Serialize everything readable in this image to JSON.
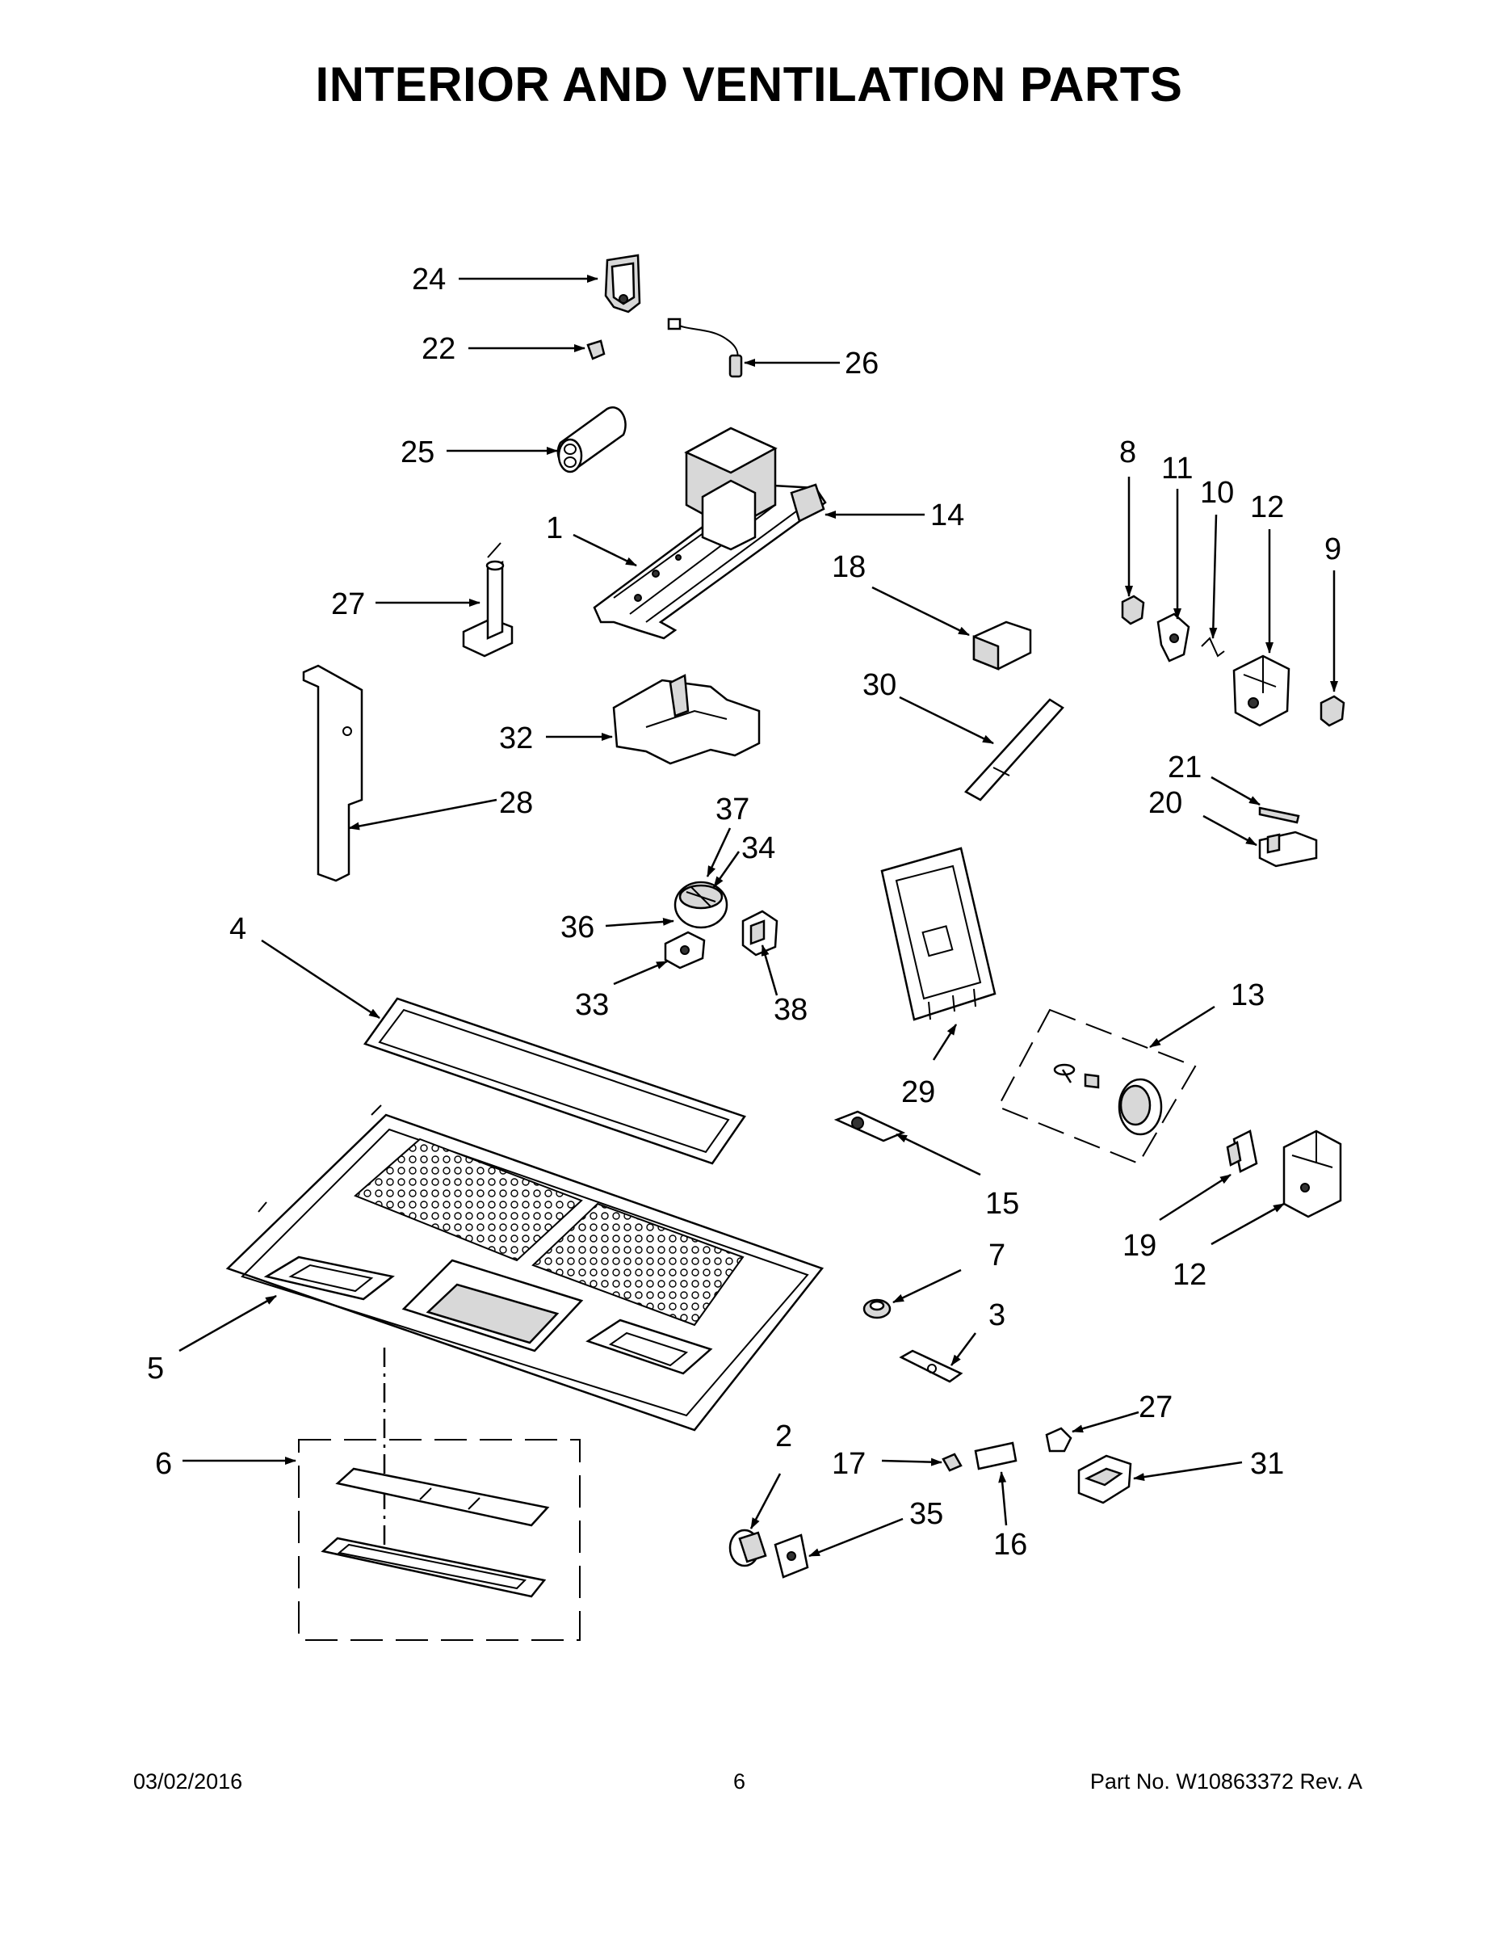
{
  "title": "INTERIOR AND VENTILATION PARTS",
  "footer": {
    "date": "03/02/2016",
    "page": "6",
    "part_no": "Part No.  W10863372  Rev.  A"
  },
  "callouts": {
    "c1": "1",
    "c2": "2",
    "c3": "3",
    "c4": "4",
    "c5": "5",
    "c6": "6",
    "c7": "7",
    "c8": "8",
    "c9": "9",
    "c10": "10",
    "c11": "11",
    "c12a": "12",
    "c12b": "12",
    "c13": "13",
    "c14": "14",
    "c15": "15",
    "c16": "16",
    "c17": "17",
    "c18": "18",
    "c19": "19",
    "c20": "20",
    "c21": "21",
    "c22": "22",
    "c24": "24",
    "c25": "25",
    "c26": "26",
    "c27a": "27",
    "c27b": "27",
    "c28": "28",
    "c29": "29",
    "c30": "30",
    "c31": "31",
    "c32": "32",
    "c33": "33",
    "c34": "34",
    "c35": "35",
    "c36": "36",
    "c37": "37",
    "c38": "38"
  }
}
